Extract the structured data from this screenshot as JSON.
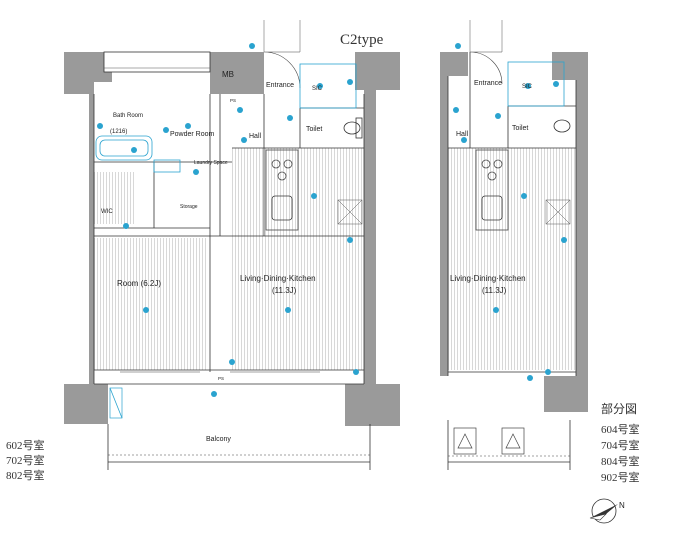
{
  "type_label": "C2type",
  "main_plan": {
    "rooms": {
      "entrance": "Entrance",
      "sic": "SIC",
      "mb": "MB",
      "hall": "Hall",
      "toilet": "Toilet",
      "bath_room": "Bath Room",
      "bath_size": "(1216)",
      "powder_room": "Powder Room",
      "laundry_space": "Laundry Space",
      "storage": "Storage",
      "wic": "WIC",
      "room": "Room (6.2J)",
      "ldk": "Living·Dining·Kitchen",
      "ldk_size": "(11.3J)",
      "balcony": "Balcony"
    },
    "ps_labels": [
      "PS",
      "PS"
    ]
  },
  "partial_plan": {
    "rooms": {
      "entrance": "Entrance",
      "sic": "SIC",
      "hall": "Hall",
      "toilet": "Toilet",
      "ldk": "Living·Dining·Kitchen",
      "ldk_size": "(11.3J)"
    },
    "label": "部分図"
  },
  "left_units": [
    "602号室",
    "702号室",
    "802号室"
  ],
  "right_units": [
    "604号室",
    "704号室",
    "804号室",
    "902号室"
  ],
  "north_label": "N",
  "icons": {
    "compass": "north-compass-icon"
  },
  "colors": {
    "wall": "#9a9a9a",
    "fixture_blue": "#2aa3cf"
  }
}
